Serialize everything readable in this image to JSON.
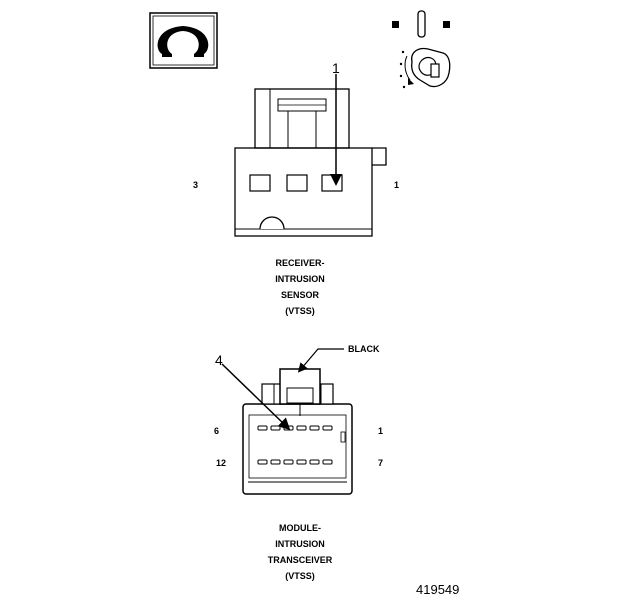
{
  "ohm_icon": "ohmmeter-icon",
  "ignition_icon": "ignition-key-off-icon",
  "receiver": {
    "callout": "1",
    "pin_left": "3",
    "pin_right": "1",
    "label_lines": [
      "RECEIVER-",
      "INTRUSION",
      "SENSOR",
      "(VTSS)"
    ]
  },
  "module": {
    "callout": "4",
    "color_label": "BLACK",
    "pin_top_left": "6",
    "pin_top_right": "1",
    "pin_bottom_left": "12",
    "pin_bottom_right": "7",
    "label_lines": [
      "MODULE-",
      "INTRUSION",
      "TRANSCEIVER",
      "(VTSS)"
    ]
  },
  "figure_number": "419549"
}
